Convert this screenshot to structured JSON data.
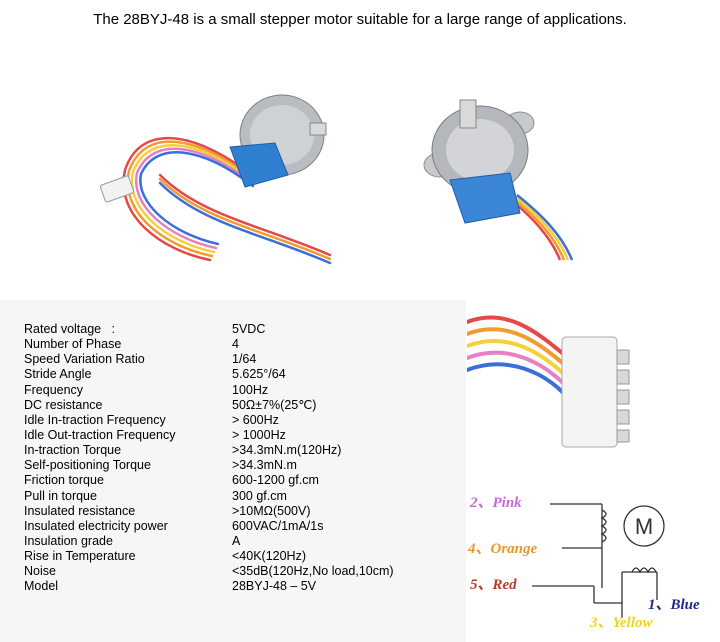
{
  "headline": "The 28BYJ-48 is a small stepper motor suitable for a large range of applications.",
  "specs": [
    {
      "label": "Rated voltage   :",
      "value": "5VDC"
    },
    {
      "label": "Number of Phase",
      "value": "4"
    },
    {
      "label": "Speed Variation Ratio",
      "value": "1/64"
    },
    {
      "label": "Stride Angle",
      "value": "5.625°/64"
    },
    {
      "label": "Frequency",
      "value": "100Hz"
    },
    {
      "label": "DC resistance",
      "value": "50Ω±7%(25℃)"
    },
    {
      "label": "Idle In-traction Frequency",
      "value": "> 600Hz"
    },
    {
      "label": "Idle Out-traction Frequency",
      "value": "> 1000Hz"
    },
    {
      "label": "In-traction Torque",
      "value": ">34.3mN.m(120Hz)"
    },
    {
      "label": "Self-positioning Torque",
      "value": ">34.3mN.m"
    },
    {
      "label": "Friction torque",
      "value": "600-1200 gf.cm"
    },
    {
      "label": "Pull in torque",
      "value": "300 gf.cm"
    },
    {
      "label": "Insulated resistance",
      "value": ">10MΩ(500V)"
    },
    {
      "label": "Insulated electricity power",
      "value": "600VAC/1mA/1s"
    },
    {
      "label": "Insulation grade",
      "value": "A"
    },
    {
      "label": "Rise in Temperature",
      "value": "<40K(120Hz)"
    },
    {
      "label": "Noise",
      "value": "<35dB(120Hz,No load,10cm)"
    },
    {
      "label": "Model",
      "value": "28BYJ-48 – 5V"
    }
  ],
  "diagram": {
    "wires": {
      "pink": {
        "text": "2、Pink",
        "color": "#c36bd6"
      },
      "orange": {
        "text": "4、Orange",
        "color": "#e8962e"
      },
      "red": {
        "text": "5、Red",
        "color": "#c0392b"
      },
      "blue": {
        "text": "1、Blue",
        "color": "#1f2a8c"
      },
      "yellow": {
        "text": "3、Yellow",
        "color": "#f2d21b"
      }
    },
    "motor_symbol": "M"
  }
}
